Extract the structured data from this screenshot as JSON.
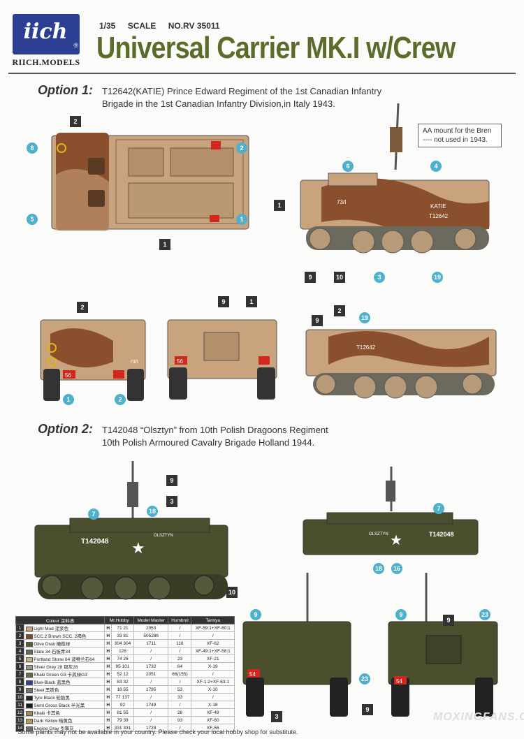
{
  "header": {
    "brand_script": "iich",
    "brand_name": "RIICH.MODELS",
    "scale": "1/35",
    "scale_label": "SCALE",
    "product_no": "NO.RV 35011",
    "title": "Universal Carrier MK.I w/Crew"
  },
  "option1": {
    "label": "Option 1:",
    "line1": "T12642(KATIE) Prince Edward Regiment of the 1st Canadian Infantry",
    "line2": "Brigade in the 1st Canadian Infantry Division,in Italy 1943.",
    "aa_note_line1": "AA mount for the Bren",
    "aa_note_line2": "---- not used in 1943.",
    "markings": {
      "serial": "T12642",
      "name": "KATIE",
      "unit": "73/I",
      "plate": "56"
    }
  },
  "option2": {
    "label": "Option 2:",
    "line1": "T142048 “Olsztyn” from 10th Polish Dragoons Regiment",
    "line2": "10th Polish Armoured Cavalry Brigade Holland 1944.",
    "markings": {
      "serial": "T142048",
      "name": "OLSZTYN",
      "plate": "54"
    }
  },
  "colors": {
    "olive": "#4b4f2e",
    "light_mud": "#c9a27e",
    "brown": "#8a4f2c",
    "title_green": "#5b6b2a",
    "callout_blue": "#4fb0cc"
  },
  "table": {
    "headers": [
      "Colour 涂料表",
      "Mr.Hobby",
      "Model Master",
      "Humbrol",
      "Tamiya"
    ],
    "rows": [
      {
        "n": "1",
        "color": "#c9a27e",
        "name": "Light Mud",
        "cn": "泥浆色",
        "mh1": "71",
        "mh2": "21",
        "mm": "2053",
        "hu": "/",
        "ta": "XF-59:1+XF-60:1"
      },
      {
        "n": "2",
        "color": "#7d4a2a",
        "name": "SCC.2 Brown",
        "cn": "SCC. 2褐色",
        "mh1": "33",
        "mh2": "81",
        "mm": "505286",
        "hu": "/",
        "ta": "/"
      },
      {
        "n": "3",
        "color": "#5a5c34",
        "name": "Olive Drab",
        "cn": "橄榄绿",
        "mh1": "304",
        "mh2": "304",
        "mm": "1711",
        "hu": "116",
        "ta": "XF-62"
      },
      {
        "n": "4",
        "color": "#5f6a5a",
        "name": "Slate 34",
        "cn": "石板青34",
        "mh1": "128",
        "mh2": "",
        "mm": "/",
        "hu": "/",
        "ta": "XF-49:1+XF-58:1"
      },
      {
        "n": "5",
        "color": "#c7b28a",
        "name": "Portland Stone 64",
        "cn": "波特兰石64",
        "mh1": "74",
        "mh2": "26",
        "mm": "/",
        "hu": "23",
        "ta": "XF-21"
      },
      {
        "n": "6",
        "color": "#9a9c8e",
        "name": "Sliver Grey 28",
        "cn": "银灰28",
        "mh1": "95",
        "mh2": "101",
        "mm": "1732",
        "hu": "64",
        "ta": "X-19"
      },
      {
        "n": "7",
        "color": "#6b6a40",
        "name": "Khaki Green G3",
        "cn": "卡其绿G3",
        "mh1": "52",
        "mh2": "12",
        "mm": "2051",
        "hu": "66(155)",
        "ta": "/"
      },
      {
        "n": "8",
        "color": "#2d3f93",
        "name": "Blue-Black",
        "cn": "蓝黑色",
        "mh1": "83",
        "mh2": "32",
        "mm": "/",
        "hu": "/",
        "ta": "XF-1:2+XF-63:1"
      },
      {
        "n": "9",
        "color": "#777777",
        "name": "Steel",
        "cn": "黑铁色",
        "mh1": "18",
        "mh2": "55",
        "mm": "1795",
        "hu": "53",
        "ta": "X-10"
      },
      {
        "n": "10",
        "color": "#2a2a2a",
        "name": "Tyre Black",
        "cn": "轮胎黑",
        "mh1": "77",
        "mh2": "137",
        "mm": "/",
        "hu": "33",
        "ta": "/"
      },
      {
        "n": "11",
        "color": "#1a1a1a",
        "name": "Semi Gross Black",
        "cn": "半光黑",
        "mh1": "92",
        "mh2": "",
        "mm": "1749",
        "hu": "/",
        "ta": "X-18"
      },
      {
        "n": "12",
        "color": "#a38a5a",
        "name": "Khaki",
        "cn": "卡其色",
        "mh1": "81",
        "mh2": "55",
        "mm": "/",
        "hu": "26",
        "ta": "XF-49"
      },
      {
        "n": "13",
        "color": "#b89a55",
        "name": "Dark Yellow",
        "cn": "暗黄色",
        "mh1": "79",
        "mh2": "39",
        "mm": "/",
        "hu": "93",
        "ta": "XF-60"
      },
      {
        "n": "14",
        "color": "#6e6e66",
        "name": "Engine Gray",
        "cn": "引擎灰",
        "mh1": "331",
        "mh2": "331",
        "mm": "1728",
        "hu": "/",
        "ta": "XF-56"
      }
    ]
  },
  "footnote": "*Some paints may not be available in your country. Please check your local hobby shop for substitute.",
  "watermark": "MOXINGFANS.COM"
}
